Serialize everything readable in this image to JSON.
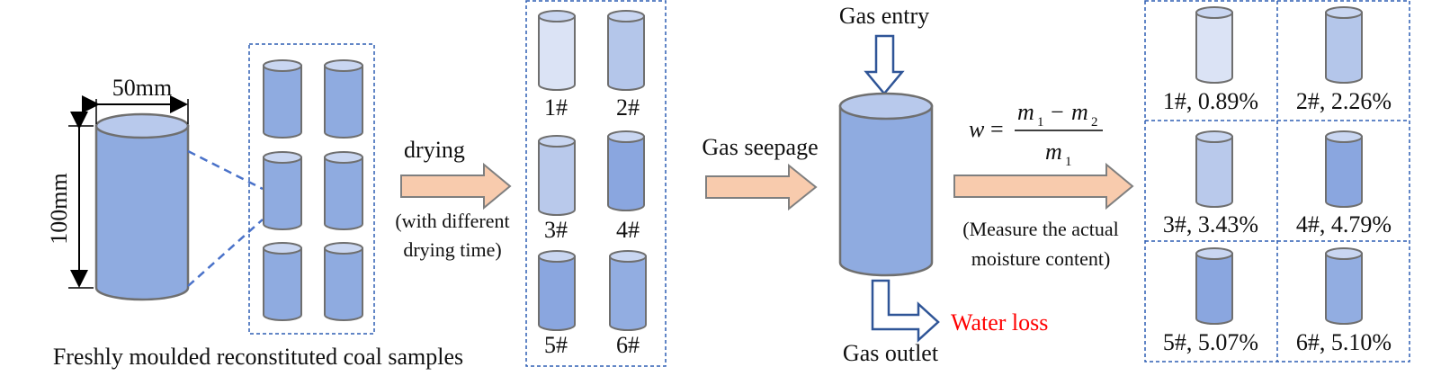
{
  "labels": {
    "width_dim": "50mm",
    "height_dim": "100mm",
    "fresh_caption": "Freshly moulded reconstituted coal samples",
    "drying": "drying",
    "drying_note_1": "(with different",
    "drying_note_2": "drying time)",
    "gas_seepage": "Gas seepage",
    "gas_entry": "Gas entry",
    "gas_outlet": "Gas outlet",
    "water_loss": "Water loss",
    "measure_note_1": "(Measure the actual",
    "measure_note_2": "moisture content)"
  },
  "formula": {
    "lhs": "w",
    "eq": "=",
    "numerator": "m",
    "minus": "−",
    "sub1": "1",
    "sub2": "2",
    "denominator": "m"
  },
  "dried_samples": [
    {
      "label": "1#"
    },
    {
      "label": "2#"
    },
    {
      "label": "3#"
    },
    {
      "label": "4#"
    },
    {
      "label": "5#"
    },
    {
      "label": "6#"
    }
  ],
  "results": [
    {
      "label": "1#, 0.89%"
    },
    {
      "label": "2#, 2.26%"
    },
    {
      "label": "3#, 3.43%"
    },
    {
      "label": "4#, 4.79%"
    },
    {
      "label": "5#, 5.07%"
    },
    {
      "label": "6#, 5.10%"
    }
  ],
  "colors": {
    "cylinder_fresh": "#8fabe0",
    "shade_1": "#dbe3f5",
    "shade_2": "#b4c6ea",
    "shade_3": "#b9c9eb",
    "shade_4": "#8aa6df",
    "shade_5": "#8aa6df",
    "shade_6": "#92adE1",
    "arrow_fill": "#f8cbad",
    "arrow_stroke": "#7f7f7f",
    "gas_arrow": "#2f5597",
    "box_dash": "#2f5fb3",
    "water_loss": "#ff0000"
  }
}
